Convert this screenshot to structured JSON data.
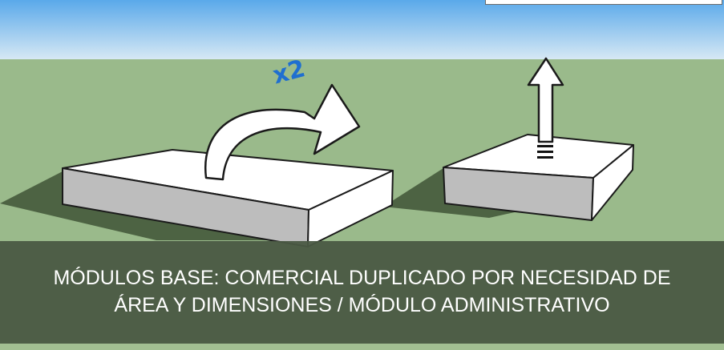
{
  "caption": {
    "line1": "MÓDULOS BASE: COMERCIAL DUPLICADO POR NECESIDAD DE",
    "line2": "ÁREA Y DIMENSIONES / MÓDULO ADMINISTRATIVO"
  },
  "annotation": {
    "multiplier": "x2"
  },
  "colors": {
    "sky_top": "#5aa9ea",
    "sky_bottom": "#cfe3f2",
    "ground": "#9aba8b",
    "caption_bg": "#4a5843",
    "annotation": "#1f6fd0"
  },
  "icons": [
    "curved-arrow-icon",
    "up-arrow-icon"
  ]
}
